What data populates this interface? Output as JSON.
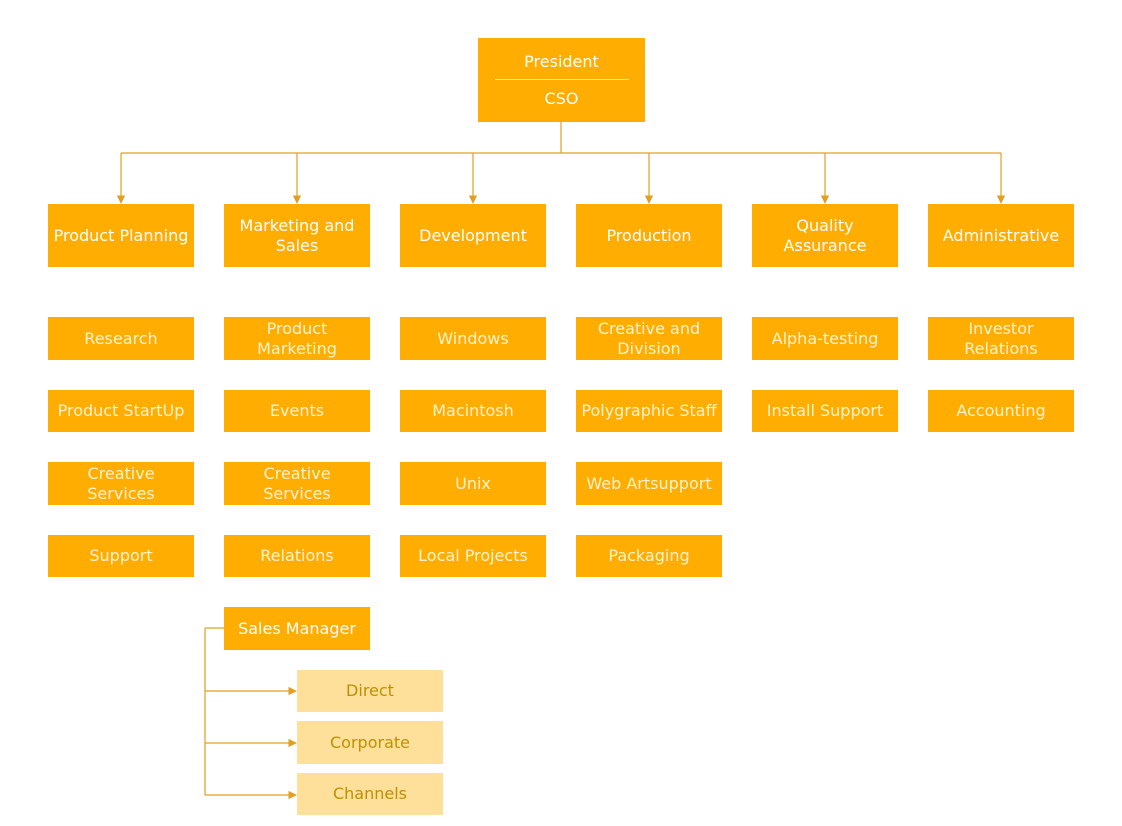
{
  "top": {
    "title": "President",
    "subtitle": "CSO"
  },
  "departments": [
    {
      "name": "Product Planning",
      "subunits": [
        "Research",
        "Product StartUp",
        "Creative Services",
        "Support"
      ]
    },
    {
      "name": "Marketing and Sales",
      "subunits": [
        "Product Marketing",
        "Events",
        "Creative Services",
        "Relations"
      ]
    },
    {
      "name": "Development",
      "subunits": [
        "Windows",
        "Macintosh",
        "Unix",
        "Local Projects"
      ]
    },
    {
      "name": "Production",
      "subunits": [
        "Creative and Division",
        "Polygraphic Staff",
        "Web Artsupport",
        "Packaging"
      ]
    },
    {
      "name": "Quality Assurance",
      "subunits": [
        "Alpha-testing",
        "Install Support"
      ]
    },
    {
      "name": "Administrative",
      "subunits": [
        "Investor Relations",
        "Accounting"
      ]
    }
  ],
  "sales_manager": {
    "title": "Sales Manager",
    "channels": [
      "Direct",
      "Corporate",
      "Channels"
    ]
  },
  "colors": {
    "box": "#ffad00",
    "connector": "#e0a020",
    "channel_box": "#ffe09a",
    "channel_text": "#bf8f00"
  }
}
